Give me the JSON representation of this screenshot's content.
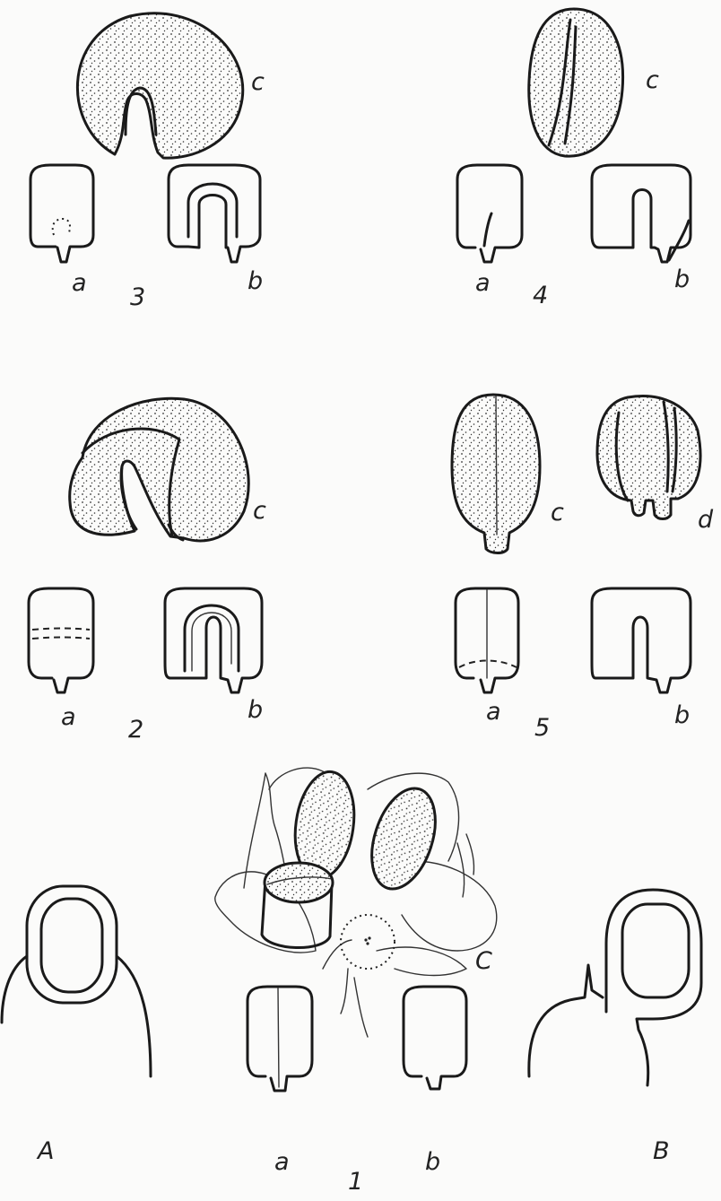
{
  "figures": {
    "fig3": {
      "c": "c",
      "a": "a",
      "b": "b",
      "num": "3"
    },
    "fig4": {
      "c": "c",
      "a": "a",
      "b": "b",
      "num": "4"
    },
    "fig2": {
      "c": "c",
      "a": "a",
      "b": "b",
      "num": "2"
    },
    "fig5": {
      "c": "c",
      "d": "d",
      "a": "a",
      "b": "b",
      "num": "5"
    },
    "fig1": {
      "C": "C",
      "A": "A",
      "B": "B",
      "a": "a",
      "b": "b",
      "num": "1"
    }
  }
}
